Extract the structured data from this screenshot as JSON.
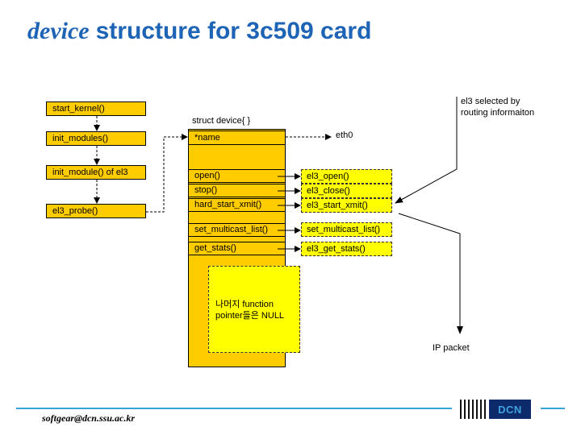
{
  "title": {
    "italic": "device",
    "rest": "structure for 3c509 card"
  },
  "call_chain": [
    "start_kernel()",
    "init_modules()",
    "init_module() of el3",
    "el3_probe()"
  ],
  "struct": {
    "header": "struct device{ }",
    "name_field": "*name",
    "name_value": "eth0",
    "fields": [
      "open()",
      "stop()",
      "hard_start_xmit()",
      "set_multicast_list()",
      "get_stats()"
    ],
    "note_line1": "나머지 function",
    "note_line2": "pointer들은 NULL"
  },
  "functions": [
    "el3_open()",
    "el3_close()",
    "el3_start_xmit()",
    "set_multicast_list()",
    "el3_get_stats()"
  ],
  "annotations": {
    "selected_line1": "el3 selected by",
    "selected_line2": "routing informaiton",
    "ip_packet": "IP packet"
  },
  "footer": {
    "email": "softgear@dcn.ssu.ac.kr",
    "logo_text": "DCN"
  },
  "colors": {
    "title": "#1d63b6",
    "struct_fill": "#ffcc00",
    "func_fill": "#ffff00",
    "footer_line": "#38a3d8"
  }
}
